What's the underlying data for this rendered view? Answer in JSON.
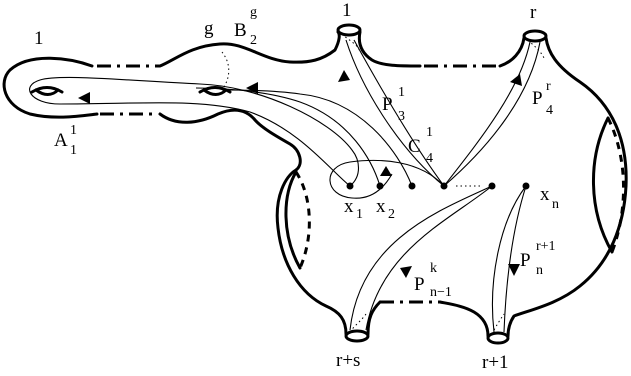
{
  "labels": {
    "a_main": "A",
    "a_sup": "1",
    "a_sub": "1",
    "b_main": "B",
    "b_sup": "g",
    "b_sub": "2",
    "p3_main": "P",
    "p3_sup": "1",
    "p3_sub": "3",
    "p4_main": "P",
    "p4_sup": "r",
    "p4_sub": "4",
    "c4_main": "C",
    "c4_sup": "1",
    "c4_sub": "4",
    "pn1_main": "P",
    "pn1_sup": "k",
    "pn1_sub": "n−1",
    "pn_main": "P",
    "pn_sup": "r+1",
    "pn_sub": "n",
    "x1_main": "x",
    "x1_sub": "1",
    "x2_main": "x",
    "x2_sub": "2",
    "xn_main": "x",
    "xn_sub": "n",
    "genus_left": "1",
    "genus_g": "g",
    "tube_top_left": "1",
    "tube_top_right": "r",
    "tube_bottom_left": "r+s",
    "tube_bottom_right": "r+1"
  }
}
